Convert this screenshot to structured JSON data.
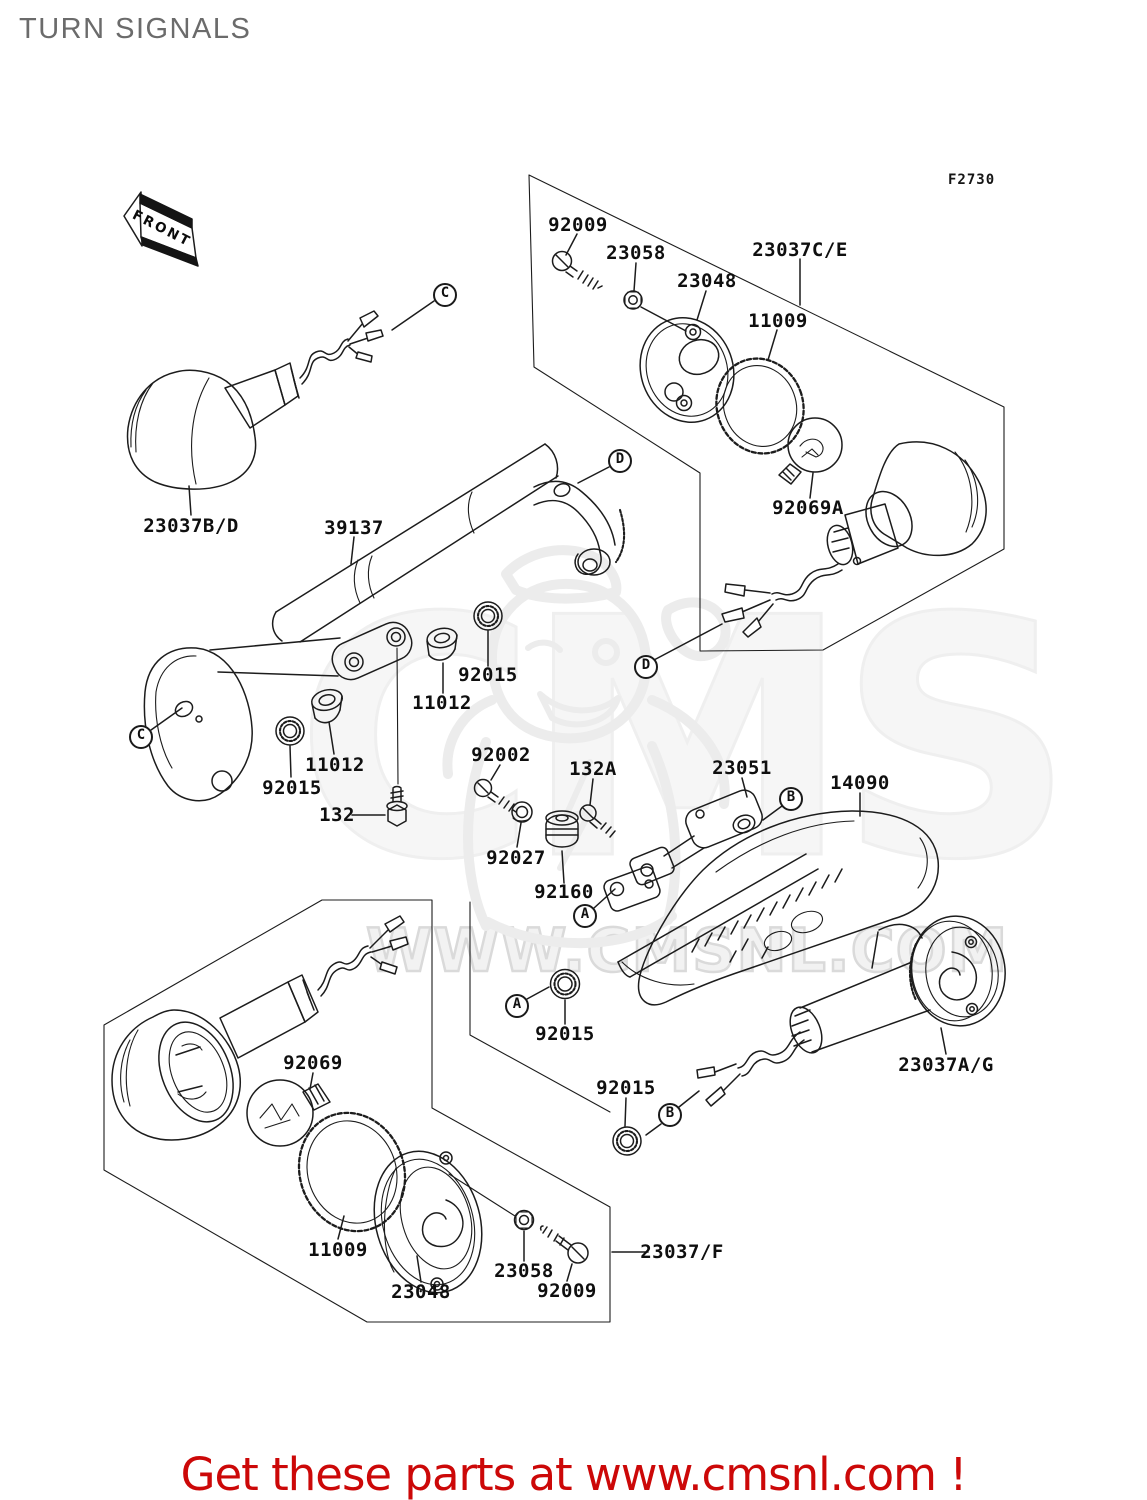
{
  "page": {
    "title": "TURN SIGNALS",
    "figure_code": "F2730",
    "front_label": "FRONT",
    "footer_text": "Get these parts at www.cmsnl.com !",
    "watermark_url": "WWW.CMSNL.COM",
    "watermark_brand": "CMS"
  },
  "colors": {
    "title": "#6b6b6b",
    "label": "#0f0f0f",
    "line": "#1c1c1c",
    "footer": "#cc0808",
    "watermark": "#e9e9e9"
  },
  "part_labels": [
    {
      "id": "92009-front",
      "text": "92009"
    },
    {
      "id": "23058-front",
      "text": "23058"
    },
    {
      "id": "23048-front",
      "text": "23048"
    },
    {
      "id": "23037-c-e",
      "text": "23037C/E"
    },
    {
      "id": "11009-front",
      "text": "11009"
    },
    {
      "id": "92069a",
      "text": "92069A"
    },
    {
      "id": "23037-b-d",
      "text": "23037B/D"
    },
    {
      "id": "39137",
      "text": "39137"
    },
    {
      "id": "92015-upper-right",
      "text": "92015"
    },
    {
      "id": "11012-upper-right",
      "text": "11012"
    },
    {
      "id": "11012-left",
      "text": "11012"
    },
    {
      "id": "92015-left",
      "text": "92015"
    },
    {
      "id": "132",
      "text": "132"
    },
    {
      "id": "92002",
      "text": "92002"
    },
    {
      "id": "132a",
      "text": "132A"
    },
    {
      "id": "23051",
      "text": "23051"
    },
    {
      "id": "14090",
      "text": "14090"
    },
    {
      "id": "92027",
      "text": "92027"
    },
    {
      "id": "92160",
      "text": "92160"
    },
    {
      "id": "92015-center",
      "text": "92015"
    },
    {
      "id": "92069-rear",
      "text": "92069"
    },
    {
      "id": "92015-lower-right",
      "text": "92015"
    },
    {
      "id": "23037-a-g",
      "text": "23037A/G"
    },
    {
      "id": "11009-rear",
      "text": "11009"
    },
    {
      "id": "23048-rear",
      "text": "23048"
    },
    {
      "id": "23058-rear",
      "text": "23058"
    },
    {
      "id": "92009-rear",
      "text": "92009"
    },
    {
      "id": "23037-f",
      "text": "23037/F"
    }
  ],
  "callouts": [
    {
      "id": "c-upper",
      "letter": "C"
    },
    {
      "id": "d-upper",
      "letter": "D"
    },
    {
      "id": "d-lower",
      "letter": "D"
    },
    {
      "id": "c-left",
      "letter": "C"
    },
    {
      "id": "b-mid",
      "letter": "B"
    },
    {
      "id": "a-mid",
      "letter": "A"
    },
    {
      "id": "a-lower",
      "letter": "A"
    },
    {
      "id": "b-lower",
      "letter": "B"
    }
  ]
}
